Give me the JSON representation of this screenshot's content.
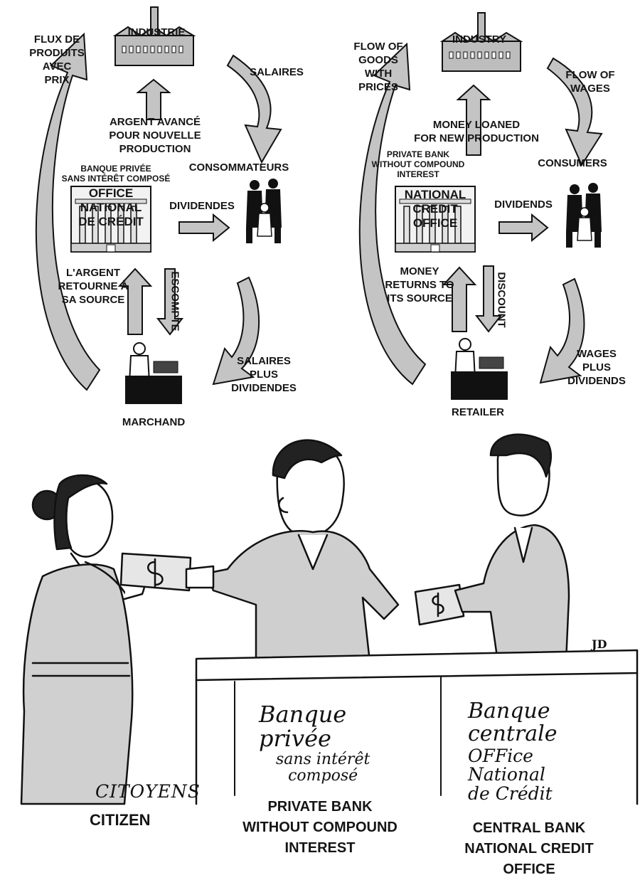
{
  "french_diagram": {
    "industry": "INDUSTRIE",
    "flow_goods": "FLUX DE\nPRODUITS\nAVEC\nPRIX",
    "wages": "SALAIRES",
    "money_advanced": "ARGENT AVANCÉ\nPOUR NOUVELLE\nPRODUCTION",
    "private_bank": "BANQUE PRIVÉE\nSANS INTÉRÊT COMPOSÉ",
    "consumers": "CONSOMMATEURS",
    "office": "OFFICE\nNATIONAL\nDE CRÉDIT",
    "dividends": "DIVIDENDES",
    "money_returns": "L'ARGENT\nRETOURNE À\nSA SOURCE",
    "discount": "ESCOMPTE",
    "wages_plus": "SALAIRES\nPLUS\nDIVIDENDES",
    "retailer": "MARCHAND"
  },
  "english_diagram": {
    "industry": "INDUSTRY",
    "flow_goods": "FLOW OF\nGOODS\nWITH\nPRICES",
    "wages": "FLOW OF\nWAGES",
    "money_loaned": "MONEY LOANED\nFOR NEW PRODUCTION",
    "private_bank": "PRIVATE BANK\nWITHOUT COMPOUND\nINTEREST",
    "consumers": "CONSUMERS",
    "office": "NATIONAL\nCREDIT\nOFFICE",
    "dividends": "DIVIDENDS",
    "money_returns": "MONEY\nRETURNS TO\nITS SOURCE",
    "discount": "DISCOUNT",
    "wages_plus": "WAGES\nPLUS\nDIVIDENDS",
    "retailer": "RETAILER"
  },
  "cartoon": {
    "signature": "JD",
    "citizen_fr": "CITOYENS",
    "citizen_en": "CITIZEN",
    "bank_fr": "Banque\nprivée",
    "bank_fr_sub": "sans intérêt\ncomposé",
    "bank_en": "PRIVATE BANK\nWITHOUT COMPOUND\nINTEREST",
    "central_fr": "Banque\ncentrale",
    "central_fr_sub": "OFFice\nNational\nde Crédit",
    "central_en": "CENTRAL BANK\nNATIONAL CREDIT\nOFFICE"
  },
  "colors": {
    "ink": "#111111",
    "arrow_fill": "#c4c4c4",
    "paper": "#ffffff"
  }
}
